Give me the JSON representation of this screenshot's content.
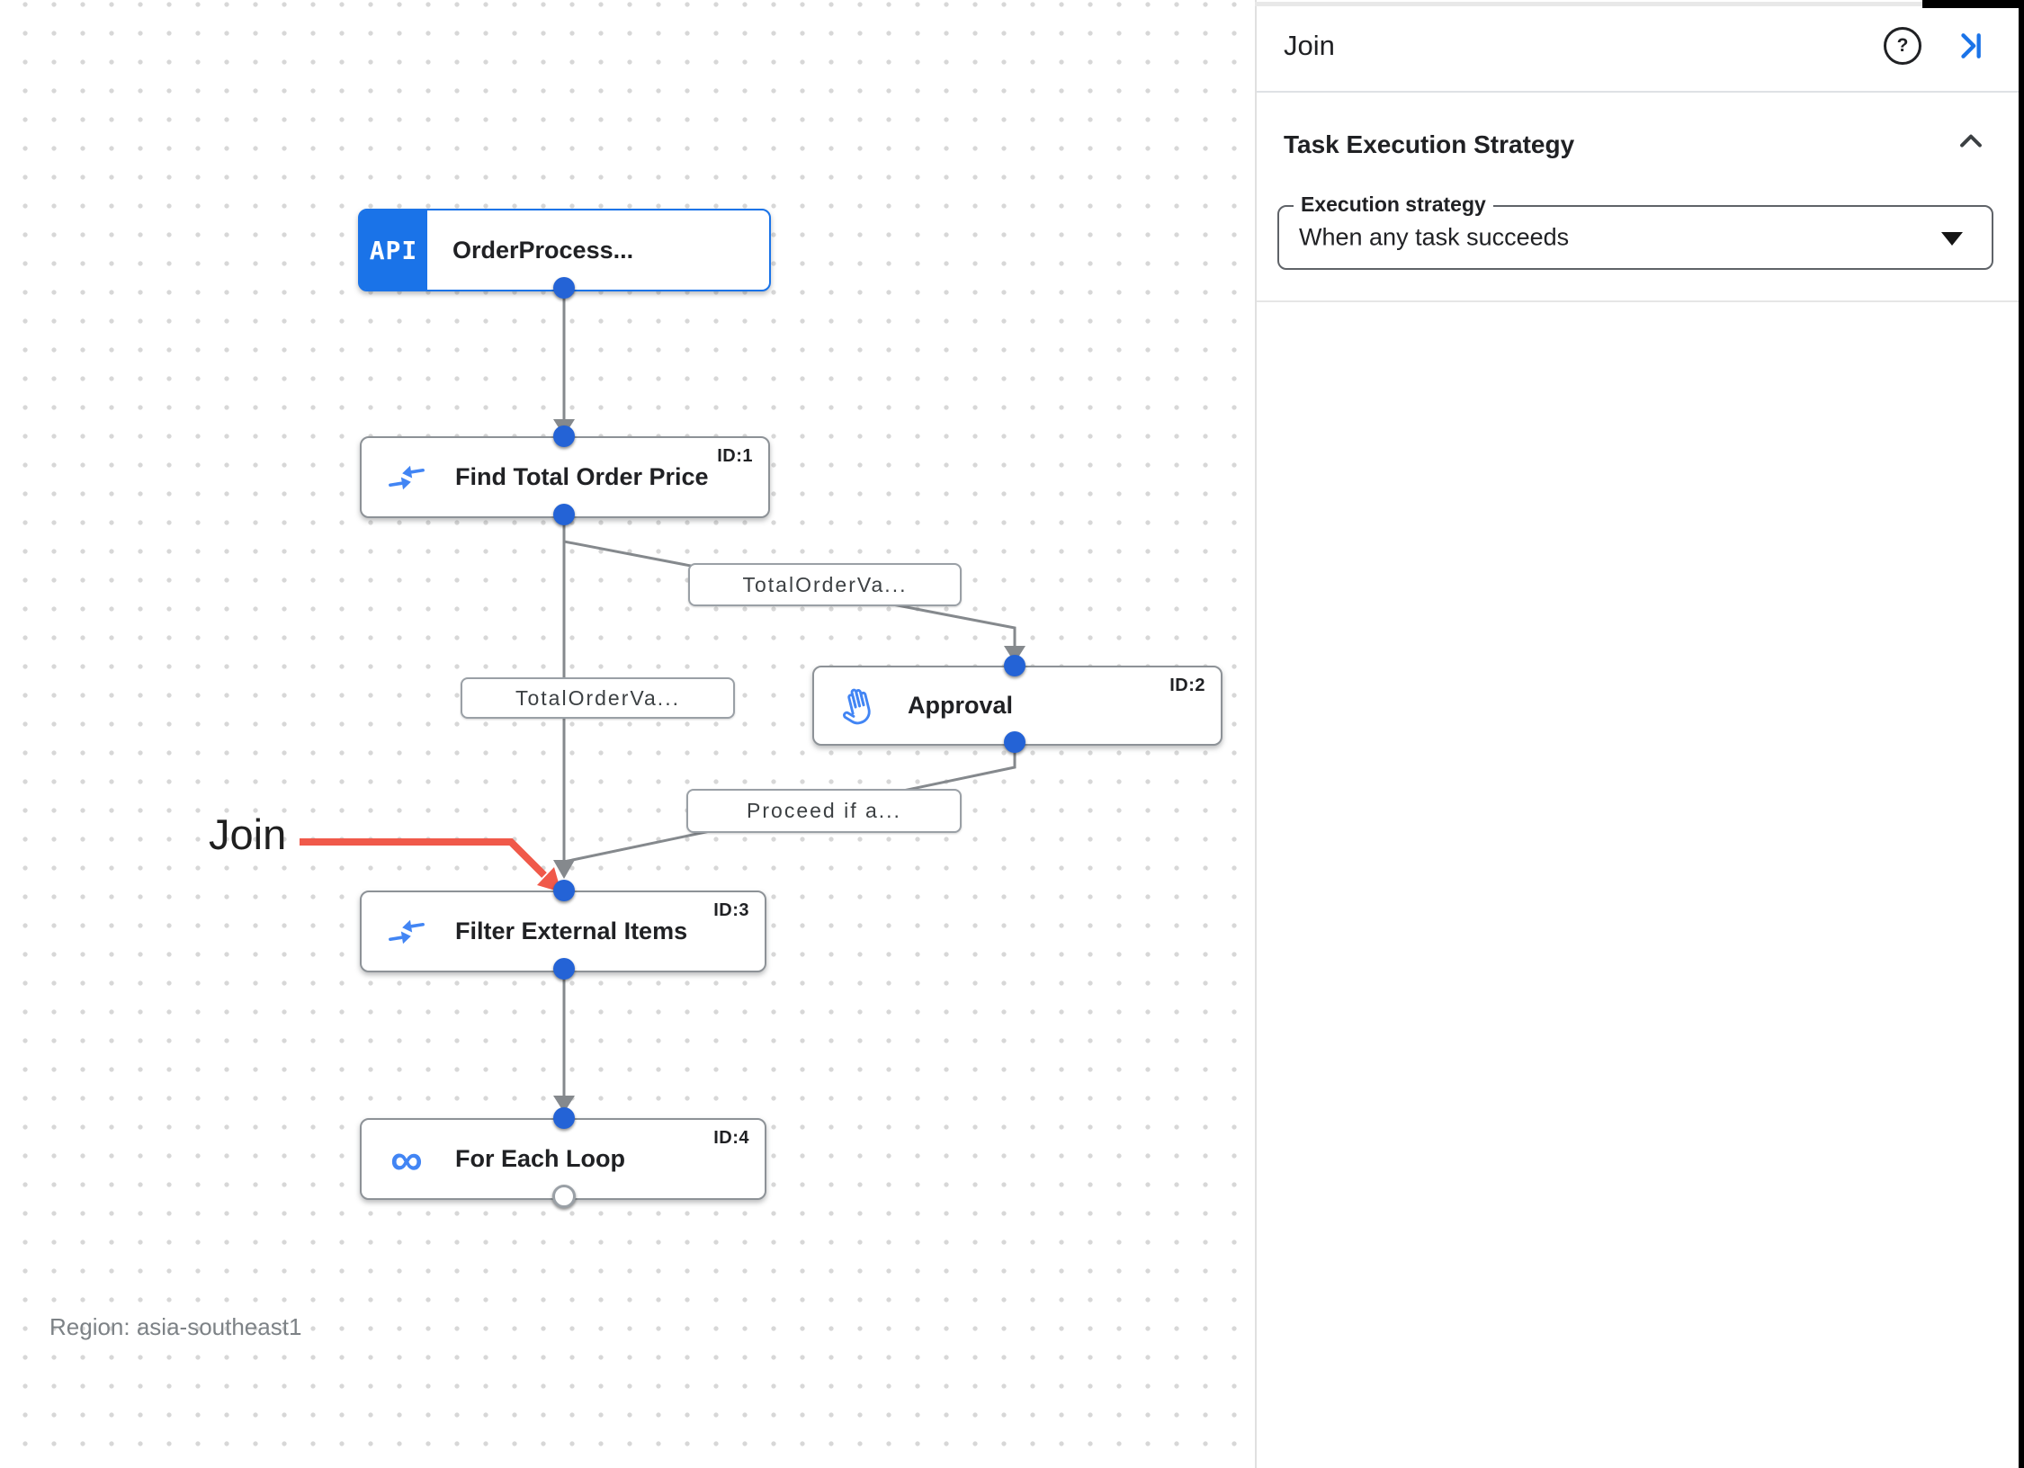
{
  "canvas": {
    "trigger_icon_text": "API",
    "nodes": [
      {
        "label": "OrderProcess...",
        "id_badge": ""
      },
      {
        "label": "Find Total Order Price",
        "id_badge": "ID:1"
      },
      {
        "label": "Approval",
        "id_badge": "ID:2"
      },
      {
        "label": "Filter External Items",
        "id_badge": "ID:3"
      },
      {
        "label": "For Each Loop",
        "id_badge": "ID:4"
      }
    ],
    "edge_labels": [
      {
        "text": "TotalOrderVa..."
      },
      {
        "text": "TotalOrderVa..."
      },
      {
        "text": "Proceed if a..."
      }
    ],
    "annotation": {
      "text": "Join"
    },
    "region_label": "Region: asia-southeast1"
  },
  "panel": {
    "title": "Join",
    "help_icon": "?",
    "section_title": "Task Execution Strategy",
    "field_label": "Execution strategy",
    "field_value": "When any task succeeds"
  },
  "colors": {
    "accent_blue": "#1a73e8",
    "icon_blue": "#4285f4",
    "edge_gray": "#85898d",
    "annotation_red": "#F0594A",
    "port_blue": "#2463d6"
  }
}
